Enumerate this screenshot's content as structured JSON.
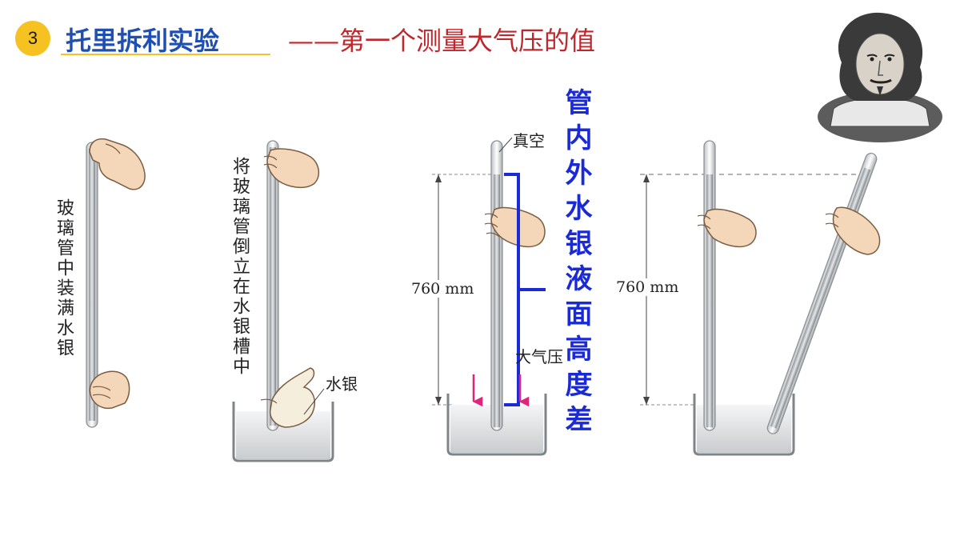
{
  "header": {
    "step_number": "3",
    "title": "托里拆利实验",
    "subtitle": "——第一个测量大气压的值"
  },
  "steps": {
    "step1_caption": "玻璃管中装满水银",
    "step2_caption": "将玻璃管倒立在水银槽中",
    "mercury_label": "水银",
    "vacuum_label": "真空",
    "height_label_1": "760 mm",
    "height_label_2": "760 mm",
    "atm_label": "大气压",
    "level_difference_note": "管内外水银液面高度差"
  },
  "colors": {
    "title_blue": "#1f4fb0",
    "subtitle_red": "#c0272d",
    "badge_yellow": "#f5c221",
    "note_blue": "#1a2bd6",
    "arrow_magenta": "#e0247a"
  }
}
